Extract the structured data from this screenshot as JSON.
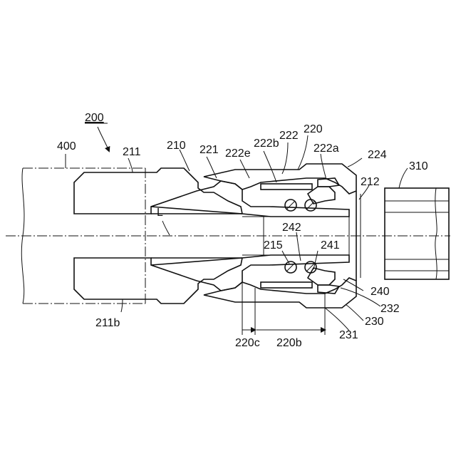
{
  "figure": {
    "labels": {
      "l200": "200",
      "l400": "400",
      "l211": "211",
      "l210": "210",
      "l221": "221",
      "l222e": "222e",
      "l222b": "222b",
      "l222": "222",
      "l220": "220",
      "l222a": "222a",
      "l224": "224",
      "l212": "212",
      "l310": "310",
      "lL": "L",
      "l242": "242",
      "l215": "215",
      "l241": "241",
      "l240": "240",
      "l232": "232",
      "l230": "230",
      "l231": "231",
      "l220b": "220b",
      "l220c": "220c",
      "l211b": "211b"
    }
  }
}
